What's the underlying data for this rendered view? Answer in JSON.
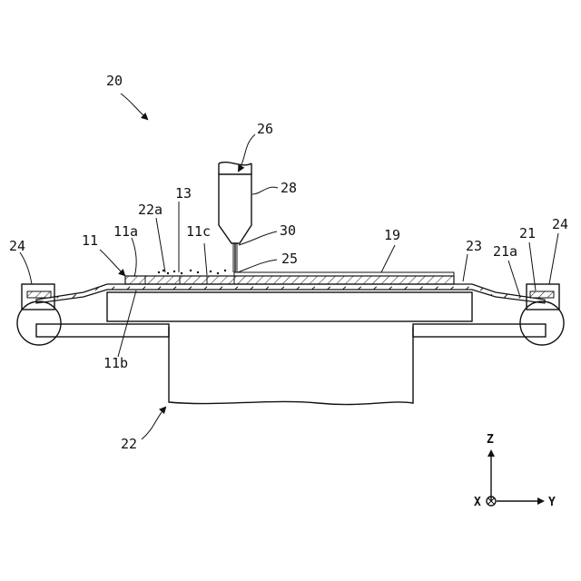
{
  "labels": {
    "l20": "20",
    "l26": "26",
    "l28": "28",
    "l13": "13",
    "l22a": "22a",
    "l11": "11",
    "l11a": "11a",
    "l11c": "11c",
    "l30": "30",
    "l25": "25",
    "l19": "19",
    "l23": "23",
    "l21a": "21a",
    "l21": "21",
    "l24L": "24",
    "l24R": "24",
    "l11b": "11b",
    "l22": "22"
  },
  "axes": {
    "z": "Z",
    "x": "X",
    "y": "Y"
  }
}
